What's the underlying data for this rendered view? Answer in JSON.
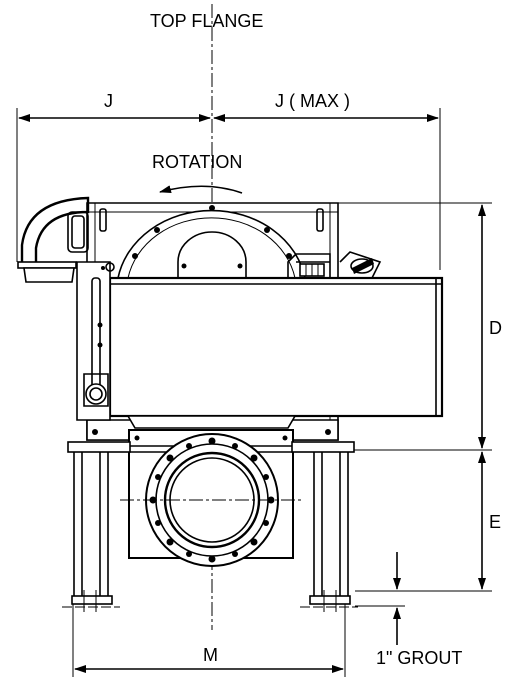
{
  "labels": {
    "top_flange": "TOP FLANGE",
    "j_left": "J",
    "j_max": "J ( MAX )",
    "rotation": "ROTATION",
    "d": "D",
    "e": "E",
    "m": "M",
    "grout": "1\" GROUT"
  }
}
